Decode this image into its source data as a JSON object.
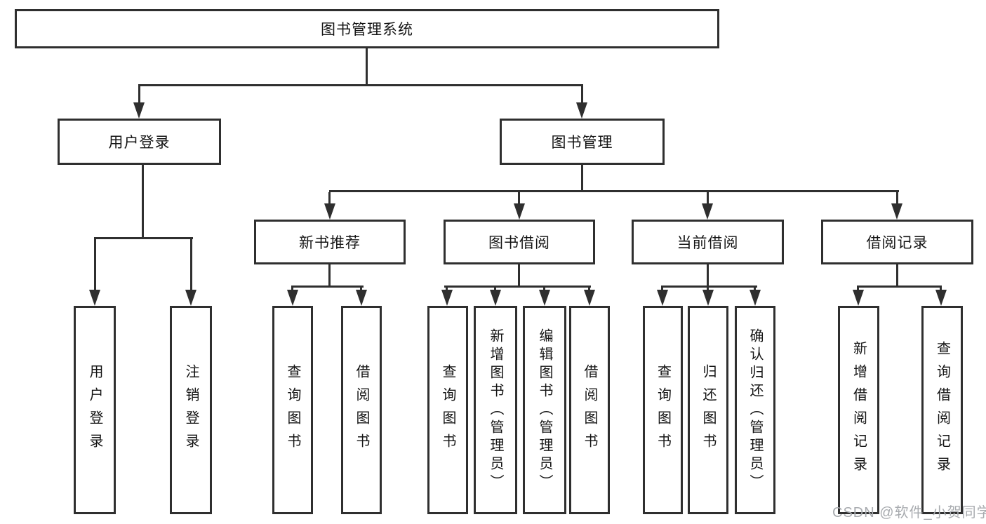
{
  "diagram": {
    "title": "图书管理系统",
    "level2": {
      "user_login": "用户登录",
      "book_management": "图书管理"
    },
    "level3": {
      "new_book_recommend": "新书推荐",
      "book_borrow": "图书借阅",
      "current_borrow": "当前借阅",
      "borrow_records": "借阅记录"
    },
    "leaves": {
      "user_login": "用户登录",
      "logout": "注销登录",
      "query_books_1": "查询图书",
      "borrow_books_1": "借阅图书",
      "query_books_2": "查询图书",
      "add_book_admin": "新增图书（管理员）",
      "edit_book_admin": "编辑图书（管理员）",
      "borrow_books_2": "借阅图书",
      "query_books_3": "查询图书",
      "return_book": "归还图书",
      "confirm_return_admin": "确认归还（管理员）",
      "add_borrow_record": "新增借阅记录",
      "query_borrow_record": "查询借阅记录"
    }
  },
  "watermark": "CSDN @软件_小贺同学",
  "colors": {
    "line": "#2f2f2f",
    "text": "#141414",
    "watermark": "#a8abaf",
    "background": "#ffffff"
  }
}
